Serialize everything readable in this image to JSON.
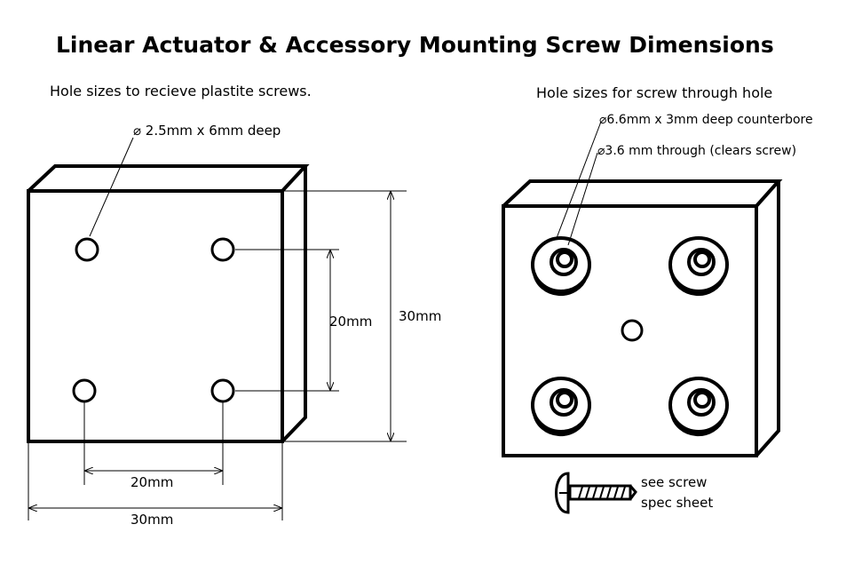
{
  "title": "Linear Actuator & Accessory Mounting Screw Dimensions",
  "left": {
    "subtitle": "Hole sizes to recieve plastite screws.",
    "hole_callout": "⌀ 2.5mm x 6mm deep",
    "dim_inner_vertical": "20mm",
    "dim_outer_vertical": "30mm",
    "dim_inner_horizontal": "20mm",
    "dim_outer_horizontal": "30mm"
  },
  "right": {
    "subtitle": "Hole sizes for screw through hole",
    "counterbore_callout": "⌀6.6mm x 3mm deep counterbore",
    "through_callout": "⌀3.6 mm through (clears screw)",
    "screw_note_line1": "see screw",
    "screw_note_line2": "spec sheet"
  }
}
